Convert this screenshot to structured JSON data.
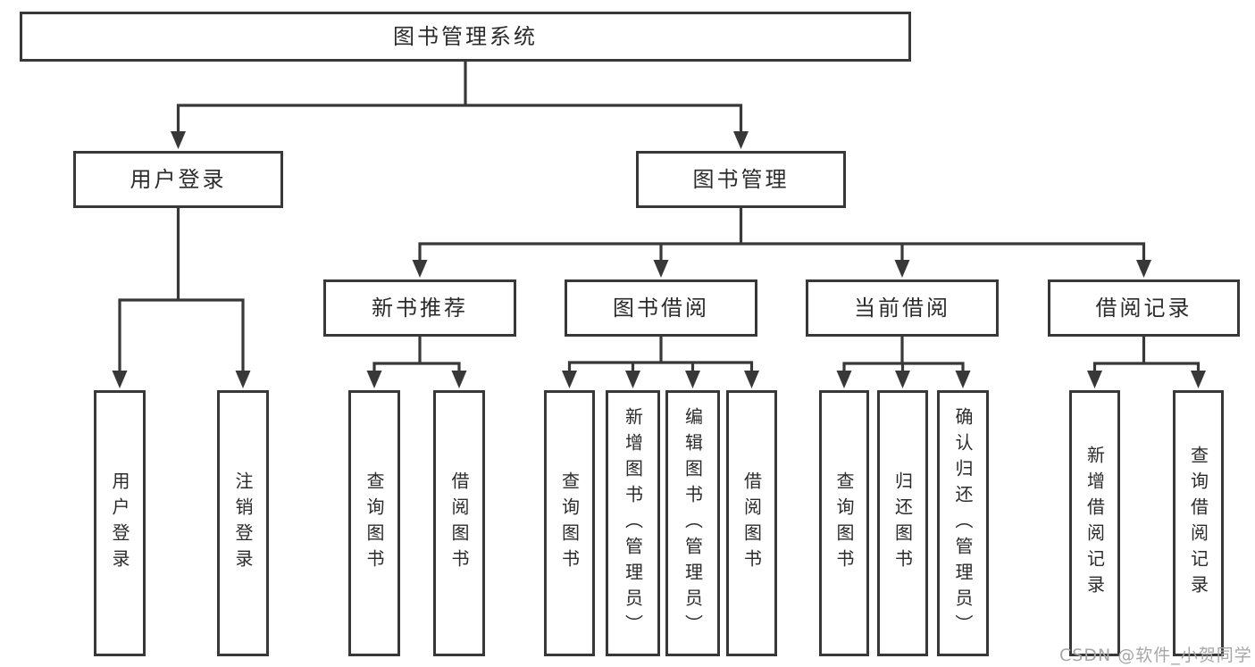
{
  "title": "图书管理系统",
  "level2": {
    "user_login": "用户登录",
    "book_management": "图书管理"
  },
  "level3": {
    "new_book_recommend": "新书推荐",
    "book_borrow": "图书借阅",
    "current_borrow": "当前借阅",
    "borrow_record": "借阅记录"
  },
  "level4": {
    "user_login": "用户登录",
    "logout": "注销登录",
    "recommend_query_book": "查询图书",
    "recommend_borrow_book": "借阅图书",
    "borrow_query_book": "查询图书",
    "borrow_add_book": "新增图书（管理员）",
    "borrow_edit_book": "编辑图书（管理员）",
    "borrow_borrow_book": "借阅图书",
    "current_query_book": "查询图书",
    "current_return_book": "归还图书",
    "current_confirm_return": "确认归还（管理员）",
    "record_add": "新增借阅记录",
    "record_query": "查询借阅记录"
  },
  "watermark": "CSDN @软件_小贺同学",
  "colors": {
    "line": "#383838",
    "text": "#2b2b2b",
    "watermark": "#a6a6a6",
    "background": "#ffffff"
  }
}
